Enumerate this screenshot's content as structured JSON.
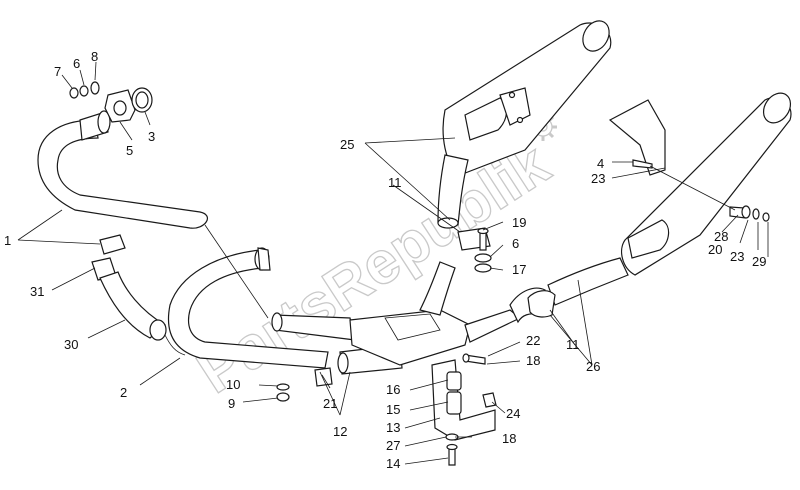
{
  "watermark": "PartsRepublik",
  "callouts": [
    "1",
    "2",
    "3",
    "4",
    "5",
    "6",
    "7",
    "8",
    "9",
    "10",
    "11",
    "12",
    "13",
    "14",
    "15",
    "16",
    "17",
    "18",
    "19",
    "20",
    "21",
    "22",
    "23",
    "24",
    "25",
    "26",
    "27",
    "28",
    "29",
    "30",
    "31"
  ],
  "colors": {
    "line": "#1a1a1a",
    "background": "#ffffff",
    "watermark": "#c9c9c9"
  },
  "icons": {
    "watermark_gear": "gear-icon"
  }
}
